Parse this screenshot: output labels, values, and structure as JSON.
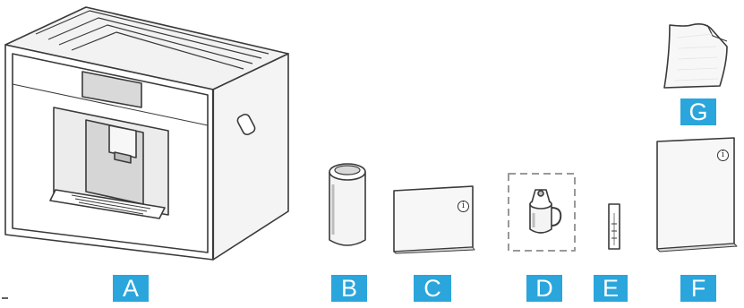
{
  "labels": {
    "a": "A",
    "b": "B",
    "c": "C",
    "d": "D",
    "e": "E",
    "f": "F",
    "g": "G"
  },
  "info_symbol": "i",
  "colors": {
    "badge": "#2aa6dc",
    "outline": "#3a3a3a",
    "fill_light": "#f4f4f4",
    "fill_mid": "#d9d9d9",
    "fill_dark": "#bdbdbd"
  }
}
